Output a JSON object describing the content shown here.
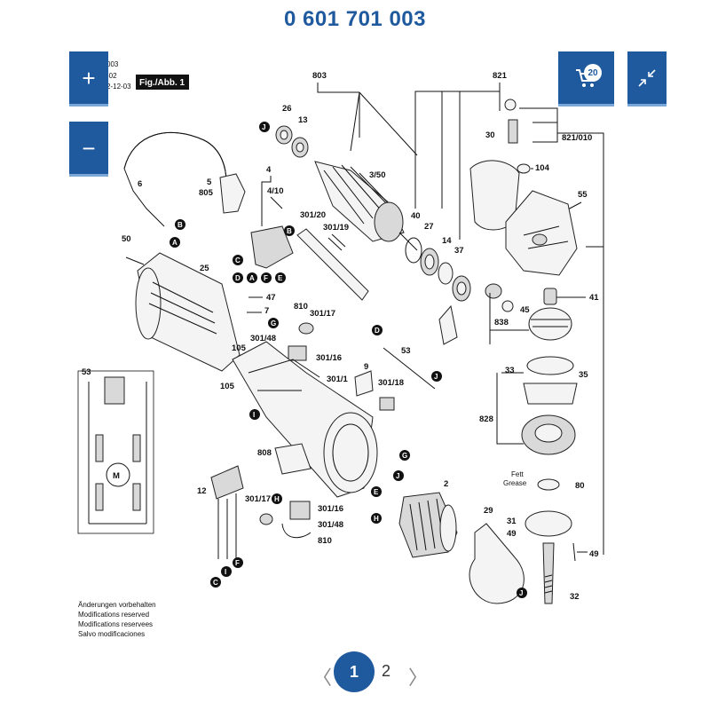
{
  "header": {
    "title": "0 601 701 003"
  },
  "toolbar": {
    "zoom_in": "+",
    "zoom_out": "−",
    "cart_count": "20",
    "cart_icon": "cart-icon",
    "collapse_icon": "collapse-icon"
  },
  "diagram": {
    "stamp_line1": "003",
    "stamp_line2": "-02",
    "stamp_line3": "2-12-03",
    "fig_label": "Fig./Abb. 1",
    "notes": [
      "Änderungen vorbehalten",
      "Modifications reserved",
      "Modifications reservees",
      "Salvo modificaciones"
    ],
    "fett": "Fett",
    "grease": "Grease",
    "parts": {
      "p803": "803",
      "p821": "821",
      "p26": "26",
      "p13": "13",
      "p30": "30",
      "p821_010": "821/010",
      "p104": "104",
      "p5": "5",
      "p805": "805",
      "p6": "6",
      "p4": "4",
      "p4_10": "4/10",
      "p3_50": "3/50",
      "p55": "55",
      "p40": "40",
      "p27": "27",
      "p14": "14",
      "p37": "37",
      "p50": "50",
      "p25": "25",
      "p301_20": "301/20",
      "p301_19": "301/19",
      "p41": "41",
      "p47": "47",
      "p7": "7",
      "p810a": "810",
      "p301_17a": "301/17",
      "p45": "45",
      "p838": "838",
      "p301_48a": "301/48",
      "p105a": "105",
      "p301_16a": "301/16",
      "p53a": "53",
      "p105b": "105",
      "p33": "33",
      "p35": "35",
      "p53b": "53",
      "p9": "9",
      "p301_18": "301/18",
      "p301_1": "301/1",
      "p828": "828",
      "p808": "808",
      "p2": "2",
      "p80": "80",
      "p12": "12",
      "p301_17b": "301/17",
      "p301_16b": "301/16",
      "p301_48b": "301/48",
      "p810b": "810",
      "p29": "29",
      "p31": "31",
      "p49a": "49",
      "p49b": "49",
      "p32": "32",
      "motor": "M"
    },
    "letters": {
      "A": "A",
      "B": "B",
      "C": "C",
      "D": "D",
      "E": "E",
      "F": "F",
      "G": "G",
      "H": "H",
      "I": "I",
      "J": "J"
    }
  },
  "pagination": {
    "prev": "〈",
    "page1": "1",
    "page2": "2",
    "next": "〉"
  }
}
